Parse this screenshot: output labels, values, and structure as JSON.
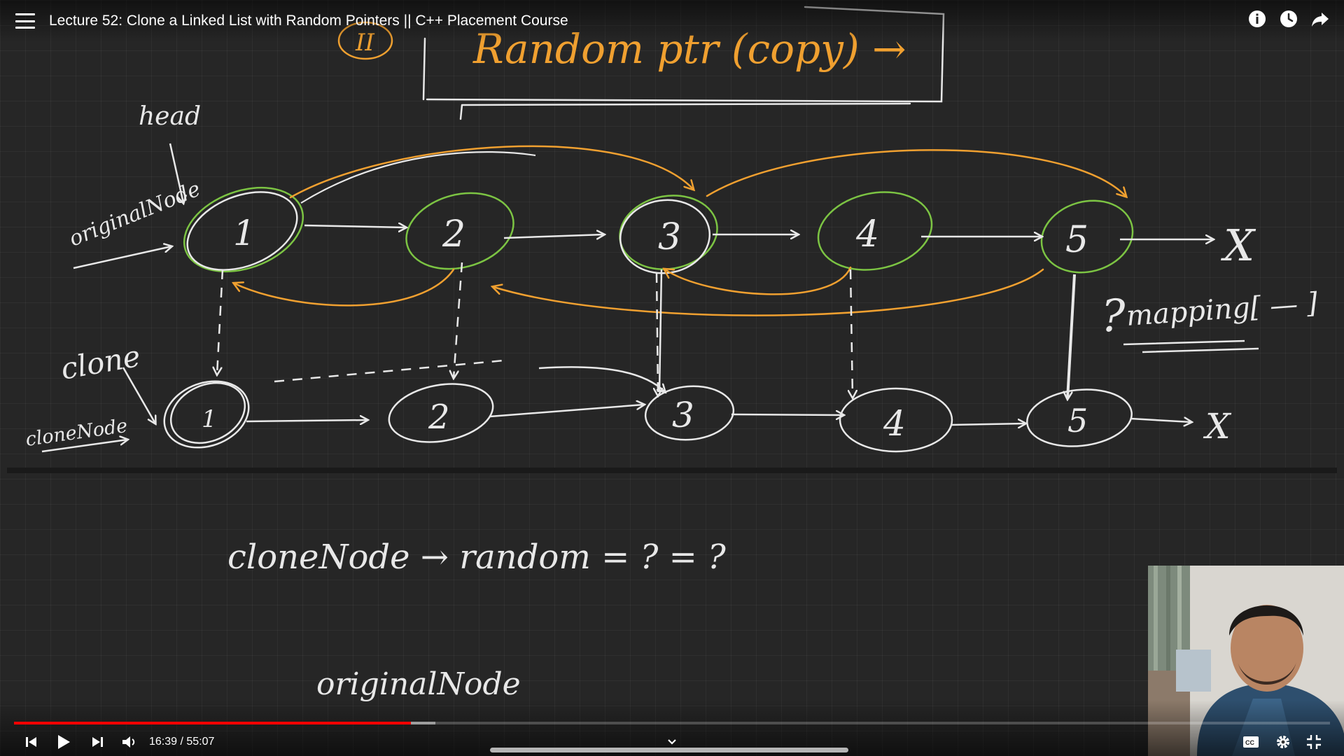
{
  "header": {
    "title": "Lecture 52: Clone a Linked List with Random Pointers || C++ Placement Course",
    "icons": [
      "menu-icon",
      "info-icon",
      "watch-later-icon",
      "share-icon"
    ]
  },
  "board": {
    "heading_marker": "II",
    "heading_text": "Random ptr (copy) →",
    "head_label": "head",
    "original_label": "originalNode",
    "clone_label": "clone",
    "clone_node_label": "cloneNode",
    "original_nodes": [
      "1",
      "2",
      "3",
      "4",
      "5"
    ],
    "clone_nodes": [
      "1",
      "2",
      "3",
      "4",
      "5"
    ],
    "null_mark": "X",
    "mapping_text": "mapping[ — ]",
    "question_mark": "?",
    "equation": "cloneNode → random = ? = ?",
    "bottom_text": "originalNode",
    "colors": {
      "board": "#262626",
      "chalk": "#e8e8e8",
      "orange": "#f0a030",
      "green": "#7cc443"
    }
  },
  "player": {
    "time": "16:39 / 55:07",
    "progress_fraction": 0.3017,
    "buffer_fraction": 0.32,
    "accent": "#ff0000",
    "icons": [
      "previous-icon",
      "play-icon",
      "next-icon",
      "volume-icon",
      "chevron-down-icon",
      "captions-icon",
      "settings-icon",
      "exit-fullscreen-icon"
    ]
  }
}
